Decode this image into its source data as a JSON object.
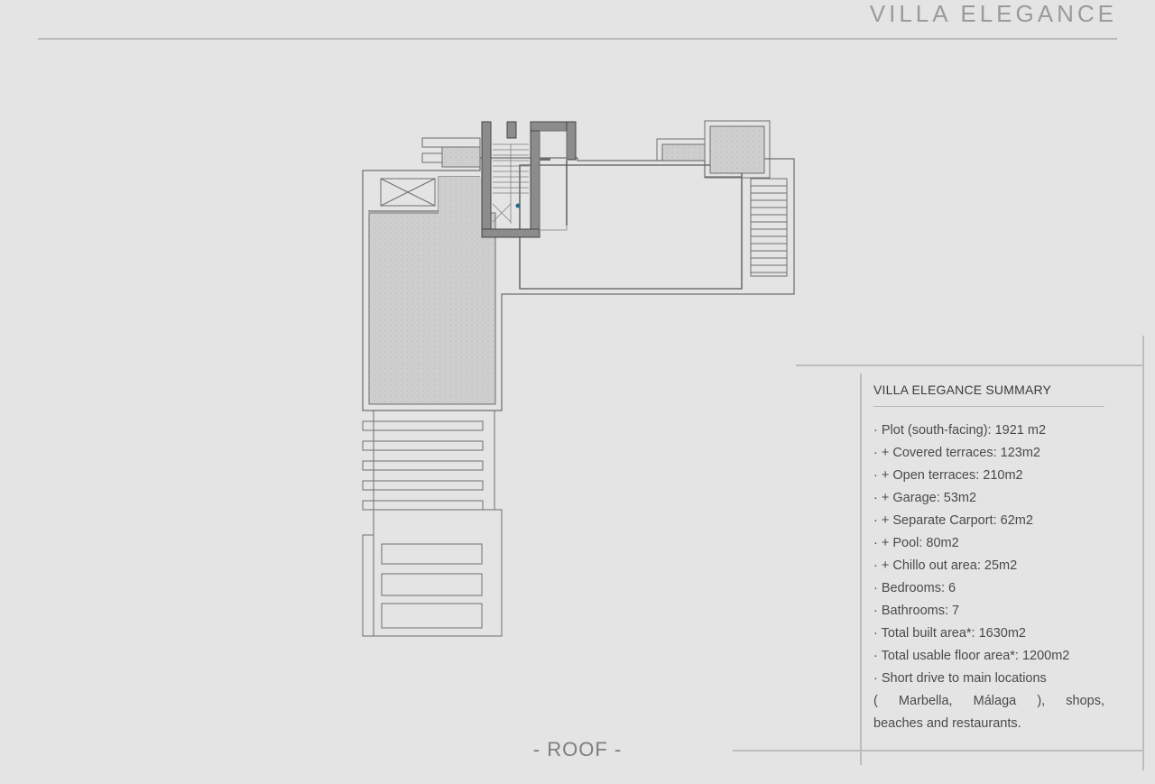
{
  "header": {
    "brand": "VILLA ELEGANCE"
  },
  "floor": {
    "label": "- ROOF -"
  },
  "summary": {
    "title": "VILLA ELEGANCE SUMMARY",
    "items": [
      "· Plot (south-facing): 1921 m2",
      "· + Covered terraces: 123m2",
      "· + Open terraces: 210m2",
      "· + Garage: 53m2",
      "· + Separate Carport: 62m2",
      "· + Pool: 80m2",
      "· + Chillo out area: 25m2",
      "· Bedrooms: 6",
      "· Bathrooms: 7",
      "· Total built area*: 1630m2",
      "· Total usable floor area*: 1200m2",
      "· Short drive to main locations",
      "( Marbella, Málaga ), shops,",
      "beaches and restaurants."
    ]
  },
  "colors": {
    "background": "#e4e4e4",
    "line": "#6e6e6e",
    "wall": "#8c8c8c",
    "hatch": "#cfcfcf",
    "accent": "#2d6a8a"
  }
}
